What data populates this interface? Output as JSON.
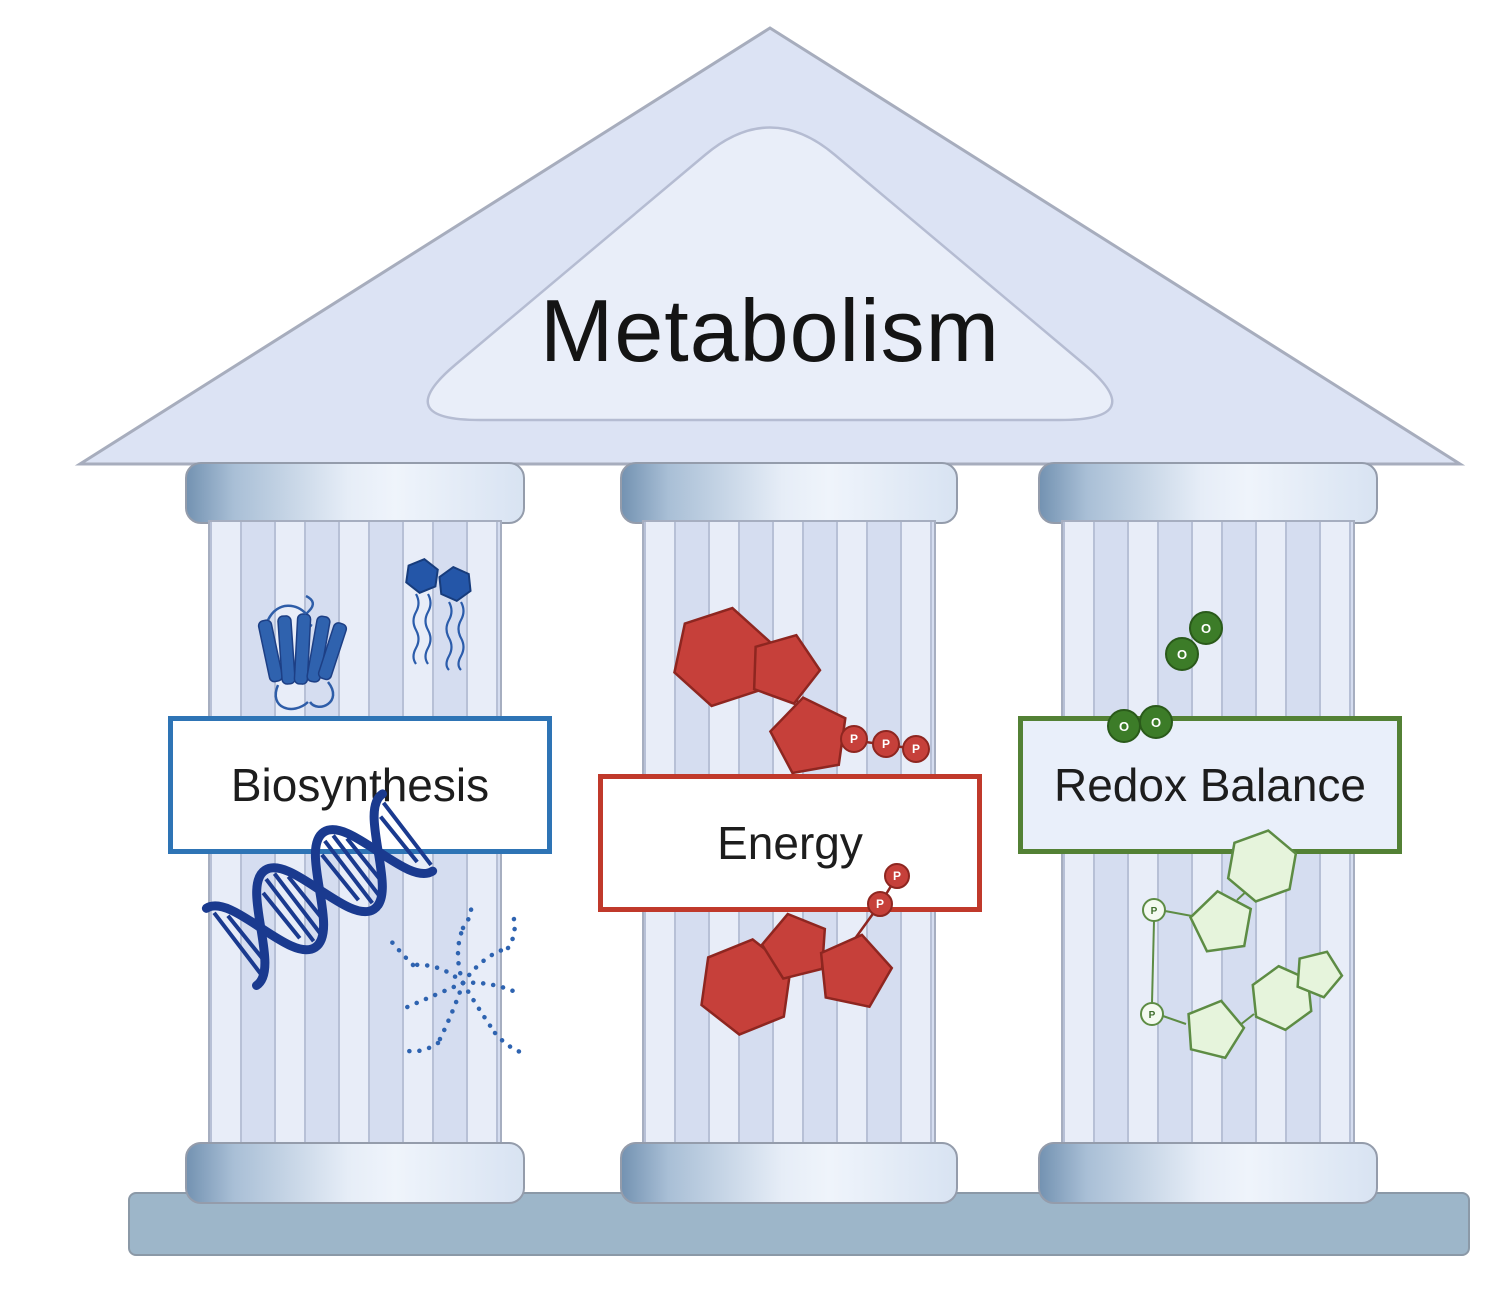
{
  "title": "Metabolism",
  "pillars": [
    {
      "id": "biosynthesis",
      "label": "Biosynthesis",
      "accent_color": "#2e74b5"
    },
    {
      "id": "energy",
      "label": "Energy",
      "accent_color": "#c0392b"
    },
    {
      "id": "redox-balance",
      "label": "Redox Balance",
      "accent_color": "#538135"
    }
  ],
  "atoms": {
    "phosphate": "P",
    "oxygen": "O"
  },
  "molecules": {
    "biosynthesis": [
      "protein",
      "phospholipid",
      "dna-double-helix",
      "glycogen"
    ],
    "energy": [
      "atp",
      "adp"
    ],
    "redox_balance": [
      "oxygen-molecule",
      "oxygen-molecule",
      "nadph"
    ]
  },
  "colors": {
    "background": "#ffffff",
    "pediment_fill": "#dce3f4",
    "pediment_inner_fill": "#e9eef9",
    "column_fill": "#d7dff2",
    "column_flute": "#e8edf8",
    "capital_steel": "#7493b2",
    "platform": "#9db6c9",
    "outline_gray": "#9aa2b0",
    "blue_molecule": "#2f62ae",
    "dark_blue_molecule": "#1a3a8f",
    "red_molecule": "#c6403a",
    "red_molecule_outline": "#8e2620",
    "green_molecule": "#3c7c28",
    "light_green_molecule": "#e6f4dc",
    "light_green_outline": "#5d8c44"
  }
}
